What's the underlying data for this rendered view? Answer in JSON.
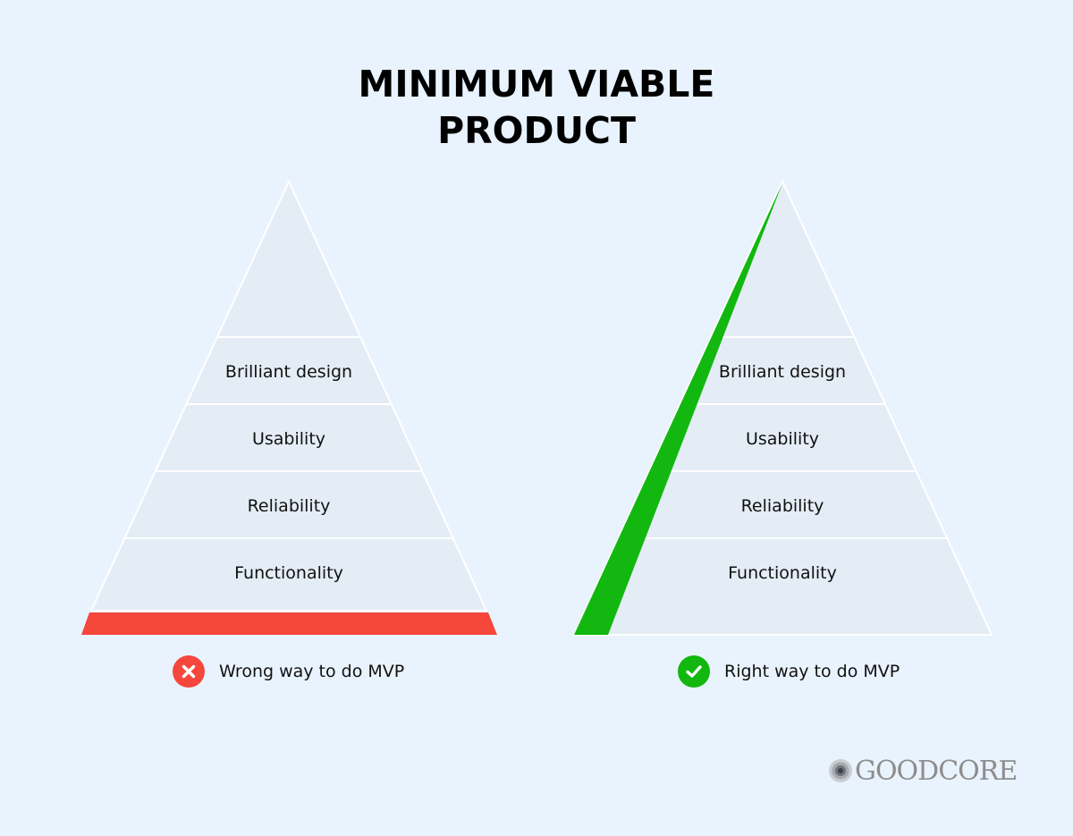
{
  "title": {
    "line1": "MINIMUM VIABLE",
    "line2": "PRODUCT"
  },
  "pyramids": [
    {
      "layers": [
        "Brilliant design",
        "Usability",
        "Reliability",
        "Functionality"
      ],
      "highlight_color": "#f6473c",
      "caption": "Wrong way to do MVP",
      "badge_color": "#f6473c",
      "badge_icon": "cross-icon"
    },
    {
      "layers": [
        "Brilliant design",
        "Usability",
        "Reliability",
        "Functionality"
      ],
      "highlight_color": "#12b80f",
      "caption": "Right way to do MVP",
      "badge_color": "#12b80f",
      "badge_icon": "check-icon"
    }
  ],
  "colors": {
    "background": "#e9f3fd",
    "pyramid_fill": "#e4edf6",
    "pyramid_stroke": "#ffffff"
  },
  "logo": {
    "text": "GOODCORE"
  }
}
